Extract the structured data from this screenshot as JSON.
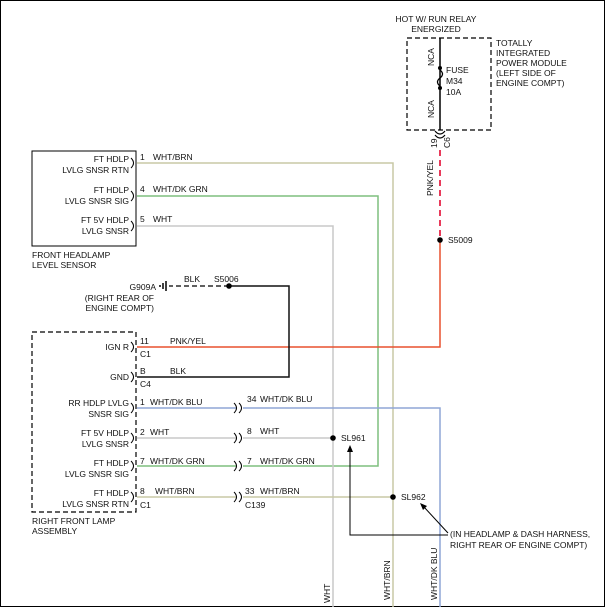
{
  "colors": {
    "white": "#c8c8c8",
    "white_brown": "#c8c8a6",
    "white_dk_green": "#7fbf7f",
    "white_dk_blue": "#8fa6d6",
    "pink_yellow": "#e9502e",
    "pink_yellow_dash": "#e83a5a",
    "black": "#111111"
  },
  "ipm": {
    "header_line1": "HOT W/ RUN RELAY",
    "header_line2": "ENERGIZED",
    "nca_top": "NCA",
    "nca_bottom": "NCA",
    "fuse_line1": "FUSE",
    "fuse_line2": "M34",
    "fuse_line3": "10A",
    "module_line1": "TOTALLY",
    "module_line2": "INTEGRATED",
    "module_line3": "POWER MODULE",
    "module_line4": "(LEFT SIDE OF",
    "module_line5": "ENGINE COMPT)",
    "pin": "19",
    "connector": "C6",
    "wire_label": "PNK/YEL"
  },
  "splice_s5009": "S5009",
  "sensor": {
    "pins": [
      {
        "line1": "FT HDLP",
        "line2": "LVLG SNSR RTN",
        "pin": "1",
        "wire": "WHT/BRN"
      },
      {
        "line1": "FT HDLP",
        "line2": "LVLG SNSR SIG",
        "pin": "4",
        "wire": "WHT/DK GRN"
      },
      {
        "line1": "FT 5V HDLP",
        "line2": "LVLG SNSR",
        "pin": "5",
        "wire": "WHT"
      }
    ],
    "name_line1": "FRONT HEADLAMP",
    "name_line2": "LEVEL SENSOR"
  },
  "ground": {
    "wire": "BLK",
    "splice": "S5006",
    "id": "G909A",
    "loc_line1": "(RIGHT REAR OF",
    "loc_line2": "ENGINE COMPT)"
  },
  "lamp": {
    "ign": {
      "label": "IGN R",
      "pin": "11",
      "connector": "C1",
      "wire": "PNK/YEL"
    },
    "gnd": {
      "label": "GND",
      "pin": "B",
      "connector": "C4",
      "wire": "BLK"
    },
    "pins": [
      {
        "line1": "RR HDLP LVLG",
        "line2": "SNSR SIG",
        "pin": "1",
        "wire": "WHT/DK BLU",
        "inline_pin": "34",
        "inline_wire": "WHT/DK BLU"
      },
      {
        "line1": "FT 5V HDLP",
        "line2": "LVLG SNSR",
        "pin": "2",
        "wire": "WHT",
        "inline_pin": "8",
        "inline_wire": "WHT"
      },
      {
        "line1": "FT HDLP",
        "line2": "LVLG SNSR SIG",
        "pin": "7",
        "wire": "WHT/DK GRN",
        "inline_pin": "7",
        "inline_wire": "WHT/DK GRN"
      },
      {
        "line1": "FT HDLP",
        "line2": "LVLG SNSR RTN",
        "pin": "8",
        "wire": "WHT/BRN",
        "inline_pin": "33",
        "inline_wire": "WHT/BRN"
      }
    ],
    "pins_connector": "C1",
    "inline_connector": "C139",
    "name_line1": "RIGHT FRONT LAMP",
    "name_line2": "ASSEMBLY"
  },
  "splices": {
    "sl961": "SL961",
    "sl962": "SL962"
  },
  "note_line1": "(IN HEADLAMP & DASH HARNESS,",
  "note_line2": "RIGHT REAR OF ENGINE COMPT)",
  "bottom_wires": {
    "w1": "WHT",
    "w2": "WHT/BRN",
    "w3": "WHT/DK BLU"
  }
}
